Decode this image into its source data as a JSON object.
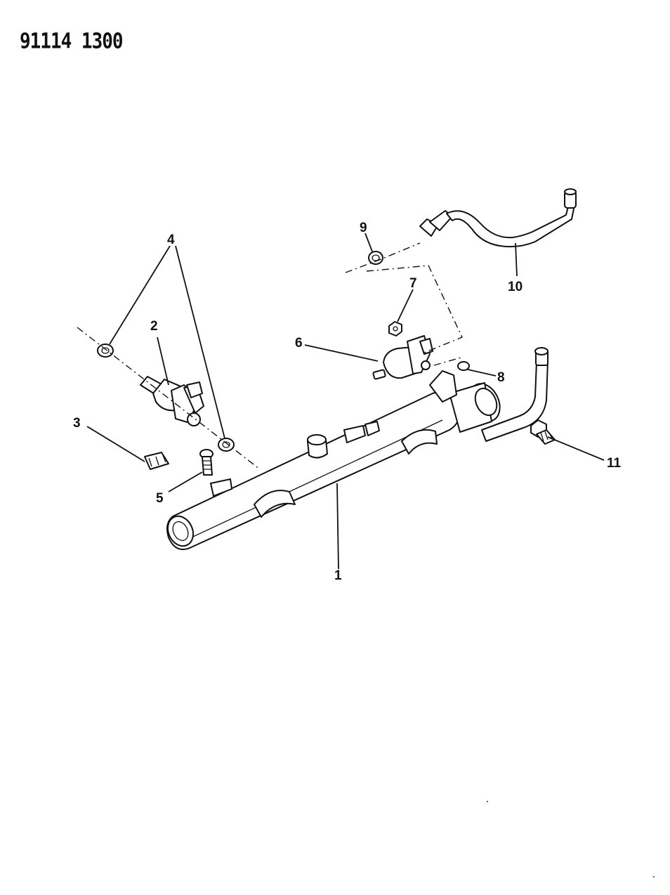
{
  "document_id": "91114 1300",
  "callouts": {
    "c1": "1",
    "c2": "2",
    "c3": "3",
    "c4": "4",
    "c5": "5",
    "c6": "6",
    "c7": "7",
    "c8": "8",
    "c9": "9",
    "c10": "10",
    "c11": "11"
  }
}
